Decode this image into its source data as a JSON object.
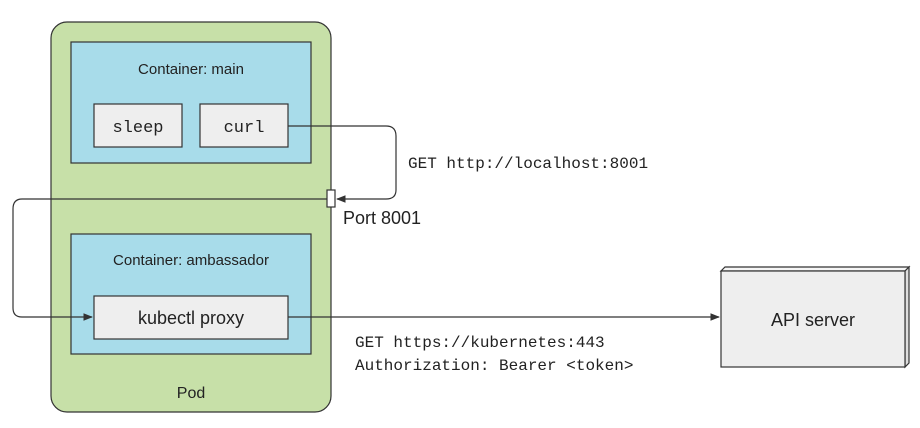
{
  "pod": {
    "label": "Pod"
  },
  "main_container": {
    "title": "Container: main",
    "processes": [
      "sleep",
      "curl"
    ]
  },
  "ambassador_container": {
    "title": "Container: ambassador",
    "process": "kubectl proxy"
  },
  "port": {
    "label": "Port 8001"
  },
  "local_request": {
    "text": "GET http://localhost:8001"
  },
  "api_request": {
    "line1": "GET https://kubernetes:443",
    "line2": "Authorization: Bearer <token>"
  },
  "api_server": {
    "label": "API server"
  },
  "colors": {
    "pod_fill": "#c7e0a8",
    "container_fill": "#a8dcea",
    "process_fill": "#eeeeee",
    "server_fill": "#eeeeee",
    "stroke": "#333333"
  }
}
